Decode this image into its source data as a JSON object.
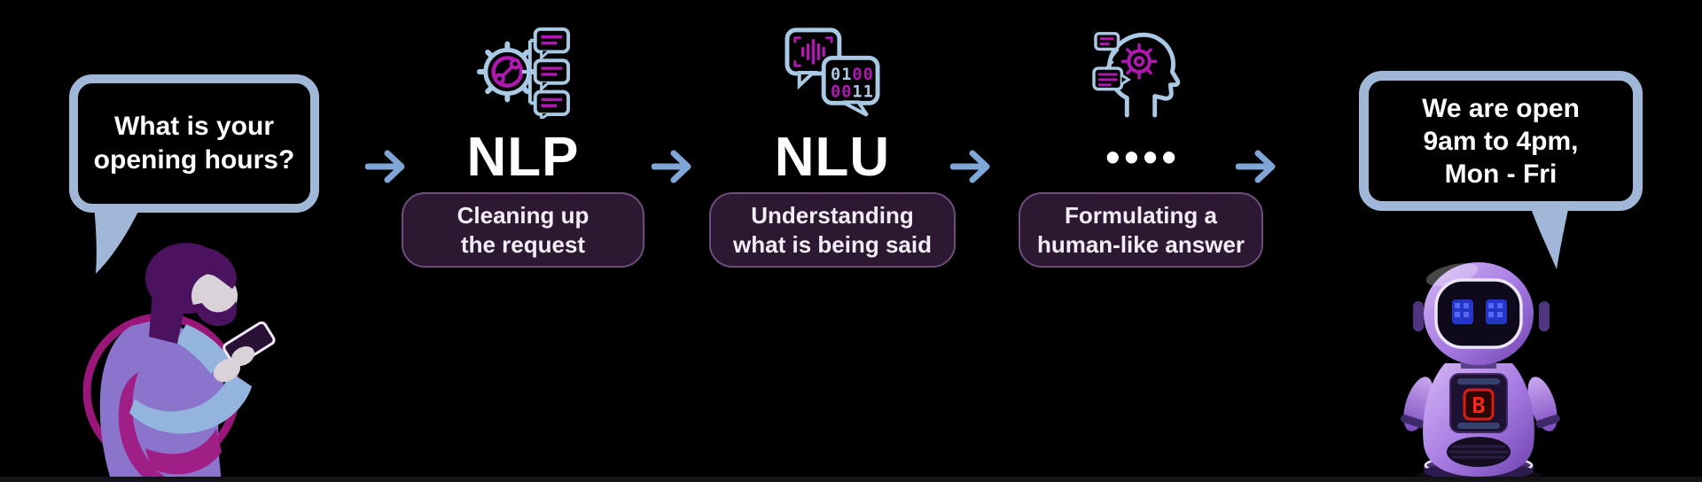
{
  "user": {
    "bubble_line1": "What is your",
    "bubble_line2": "opening hours?",
    "figure": "person-texting"
  },
  "bot": {
    "bubble_line1": "We are open",
    "bubble_line2": "9am to 4pm,",
    "bubble_line3": "Mon - Fri",
    "figure": "robot",
    "chest_letter": "B"
  },
  "pipeline": {
    "stages": [
      {
        "title": "NLP",
        "caption_line1": "Cleaning up",
        "caption_line2": "the request",
        "icon": "gear-chat-bubbles-icon"
      },
      {
        "title": "NLU",
        "caption_line1": "Understanding",
        "caption_line2": "what is being said",
        "icon": "speech-bubbles-binary-icon"
      },
      {
        "title": "••••",
        "caption_line1": "Formulating a",
        "caption_line2": "human-like answer",
        "icon": "head-gear-icon"
      }
    ],
    "arrow_count": 4
  },
  "nlu_binary": {
    "r1a": "01",
    "r1b": "00",
    "r2a": "00",
    "r2b": "11"
  },
  "colors": {
    "background": "#000000",
    "bubble_border": "#a0b7d8",
    "bubble_text": "#ffffff",
    "arrow": "#7fa6d6",
    "icon_blue": "#a9c9e4",
    "icon_magenta": "#b117b1",
    "pill_background": "#2d1831",
    "pill_border": "#6f4c7d",
    "pill_text": "#f4edf7",
    "title_text": "#ffffff",
    "person_magenta": "#9a1679",
    "person_purple": "#8b74cc",
    "person_blue": "#93b4dd",
    "robot_lavender": "#a478e0"
  }
}
